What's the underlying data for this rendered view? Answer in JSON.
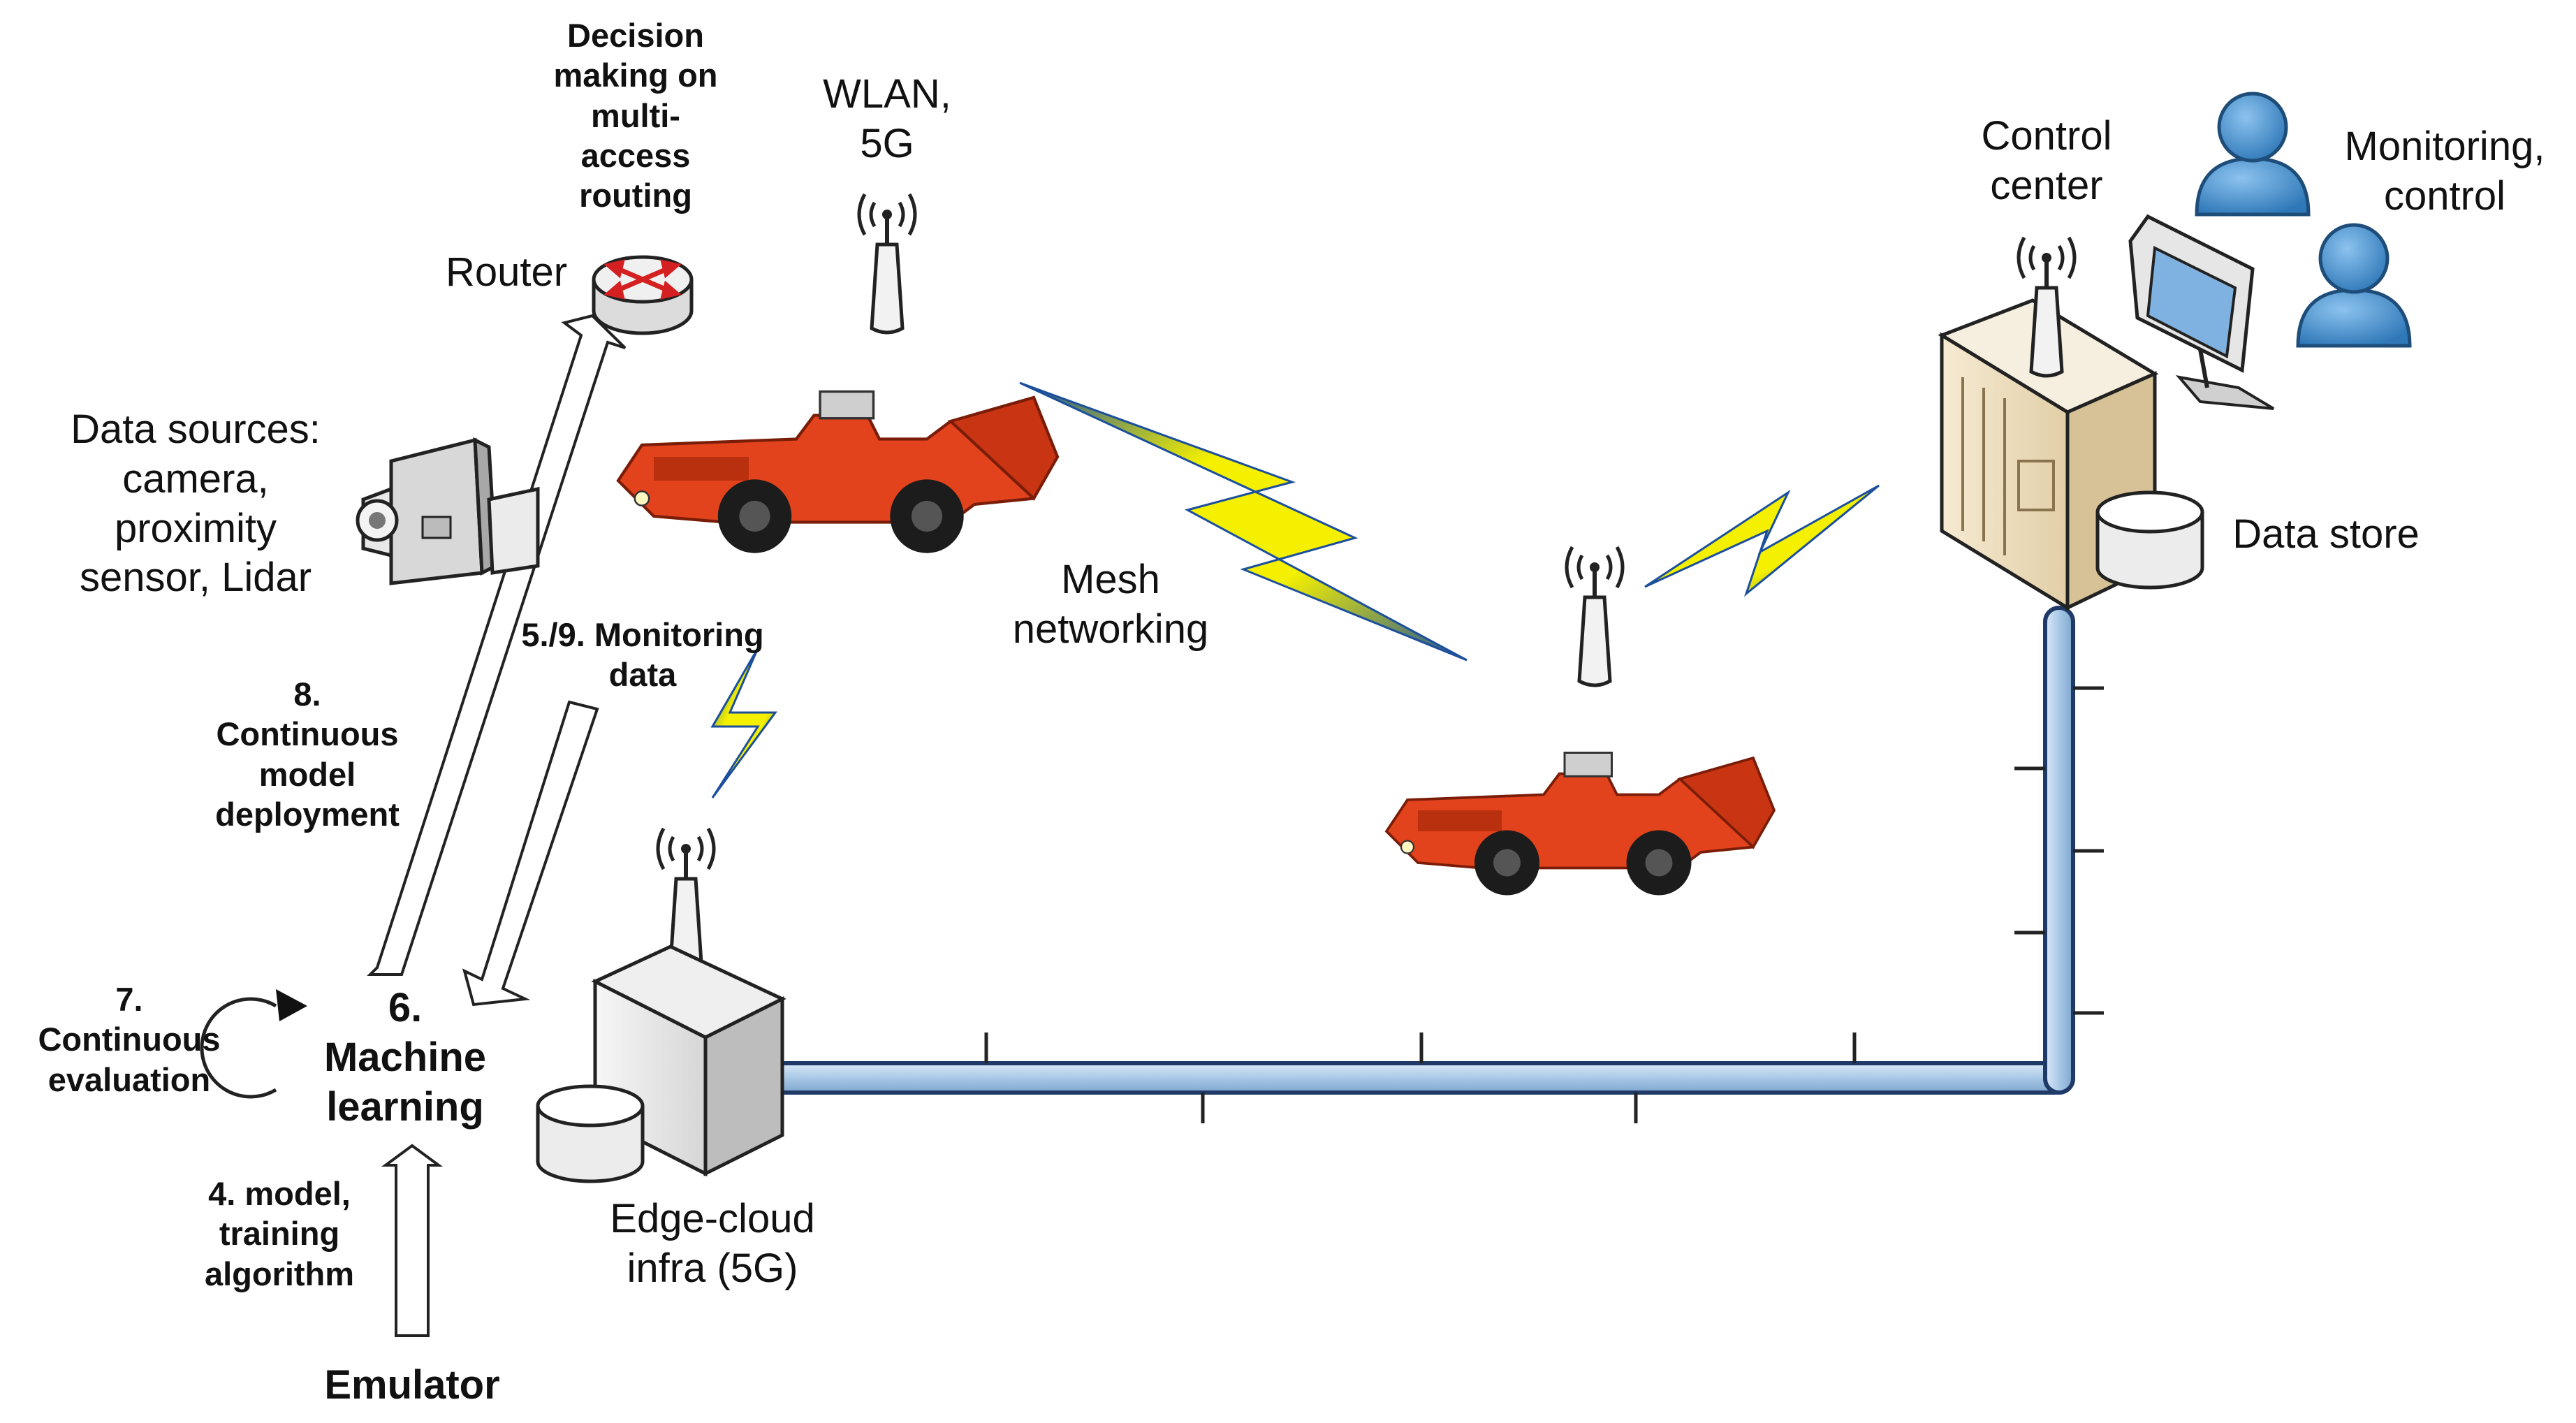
{
  "labels": {
    "decision_making": [
      "Decision",
      "making on",
      "multi-",
      "access",
      "routing"
    ],
    "wlan": [
      "WLAN,",
      "5G"
    ],
    "router": "Router",
    "data_sources": [
      "Data sources:",
      "camera,",
      "proximity",
      "sensor, Lidar"
    ],
    "mesh": [
      "Mesh",
      "networking"
    ],
    "control_center": [
      "Control",
      "center"
    ],
    "monitoring_control": [
      "Monitoring,",
      "control"
    ],
    "data_store": "Data store",
    "monitoring_data": [
      "5./9. Monitoring",
      "data"
    ],
    "model_deployment": [
      "8.",
      "Continuous",
      "model",
      "deployment"
    ],
    "continuous_evaluation": [
      "7.",
      "Continuous",
      "evaluation"
    ],
    "machine_learning": [
      "6.",
      "Machine",
      "learning"
    ],
    "training_algorithm": [
      "4. model,",
      "training",
      "algorithm"
    ],
    "edge_cloud": [
      "Edge-cloud",
      "infra (5G)"
    ],
    "emulator": "Emulator"
  },
  "colors": {
    "pipe_fill": "#a9c8e6",
    "pipe_stroke": "#1f3a66",
    "lightning": "#f4f000",
    "lightning_edge": "#1b4f9c",
    "vehicle_body": "#e2431c",
    "person": "#4a90cc",
    "router_arrows": "#d42020"
  },
  "icons": [
    "router-icon",
    "antenna-icon",
    "camera-icon",
    "mining-loader-icon",
    "server-icon",
    "database-icon",
    "monitor-icon",
    "user-icon",
    "lightning-icon",
    "refresh-arrow-icon"
  ]
}
